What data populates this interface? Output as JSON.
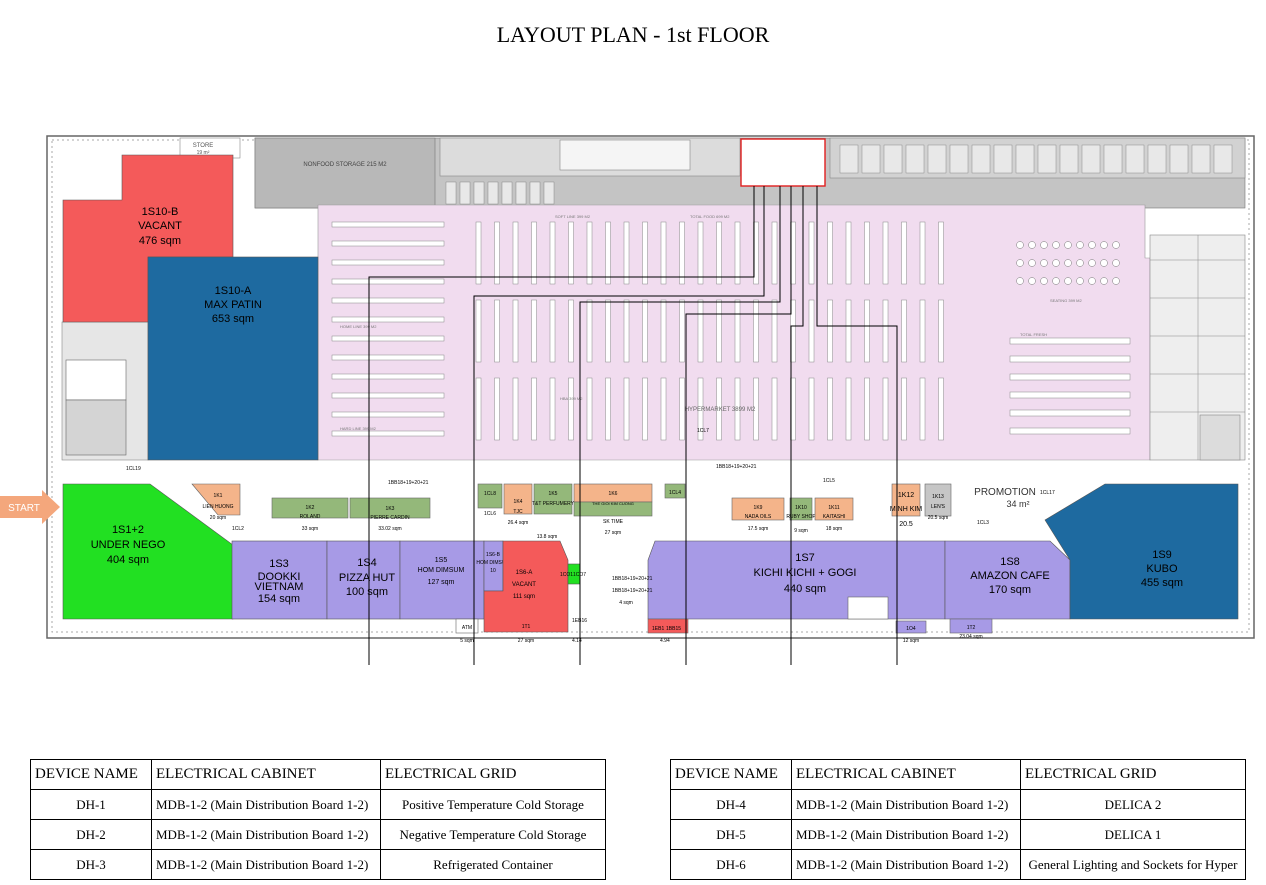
{
  "title": "LAYOUT PLAN - 1st FLOOR",
  "start_label": "START",
  "units": {
    "s10b": {
      "code": "1S10-B",
      "name": "VACANT",
      "area": "476 sqm"
    },
    "s10a": {
      "code": "1S10-A",
      "name": "MAX PATIN",
      "area": "653 sqm"
    },
    "s1": {
      "code": "1S1+2",
      "name": "UNDER NEGO",
      "area": "404 sqm"
    },
    "s3": {
      "code": "1S3",
      "name": "DOOKKI",
      "name2": "VIETNAM",
      "area": "154 sqm"
    },
    "s4": {
      "code": "1S4",
      "name": "PIZZA HUT",
      "area": "100 sqm"
    },
    "s5": {
      "code": "1S5",
      "name": "HOM DIMSUM",
      "area": "127 sqm"
    },
    "s6a": {
      "code": "1S6-A",
      "name": "VACANT",
      "area": "111 sqm"
    },
    "s6b": {
      "code": "1S6-B",
      "name": "HOM DIMSUM",
      "area": "10"
    },
    "s7": {
      "code": "1S7",
      "name": "KICHI KICHI + GOGI",
      "area": "440 sqm"
    },
    "s8": {
      "code": "1S8",
      "name": "AMAZON CAFE",
      "area": "170 sqm"
    },
    "s9": {
      "code": "1S9",
      "name": "KUBO",
      "area": "455 sqm"
    }
  },
  "kiosks": {
    "k1": {
      "code": "1K1",
      "name": "LIEN HUONG",
      "area": "20 sqm"
    },
    "k2": {
      "code": "1K2",
      "name": "ROLAND",
      "area": "33 sqm"
    },
    "k3": {
      "code": "1K3",
      "name": "PIERRE CARDIN",
      "area": "33.02 sqm"
    },
    "k4": {
      "code": "1K4",
      "name": "TJC",
      "area": "26.4 sqm"
    },
    "k5": {
      "code": "1K5",
      "name": "T&T PERFUMERY",
      "area": "13.8 sqm"
    },
    "k6": {
      "code": "1K6",
      "name": "THE GIOI KIM CUONG",
      "name2": "SK TIME",
      "area": "27 sqm"
    },
    "k9": {
      "code": "1K9",
      "name": "NADA OILS",
      "area": "17.5 sqm"
    },
    "k10": {
      "code": "1K10",
      "name": "RUBY SHOP",
      "area": "9 sqm"
    },
    "k11": {
      "code": "1K11",
      "name": "KAITASHI",
      "area": "18 sqm"
    },
    "k12": {
      "code": "1K12",
      "name": "MINH KIM",
      "area": "20.5"
    },
    "k13": {
      "code": "1K13",
      "name": "LEN'S",
      "area": "20.5 sqm"
    }
  },
  "areas": {
    "nonfood": "NONFOOD STORAGE 215 M2",
    "store": "STORE",
    "store_area": "19 m²",
    "hypermarket": "HYPERMARKET 3899 M2",
    "promotion": "PROMOTION",
    "promotion_area": "34 m²",
    "seating": "SEATING 399 M2",
    "total_fresh": "TOTAL FRESH",
    "soft_line": "SOFT LINE 399 M2",
    "total_food": "TOTAL FOOD 699 M2",
    "home_line": "HOME LINE 399 M2",
    "hba": "HBA 399 M2",
    "hard_line": "HARD LINE 399 M2",
    "atm": "ATM",
    "atm_area": "5 sqm",
    "t1": "1T1",
    "t1_area": "27 sqm",
    "t2": "1T2",
    "t2_area": "23.04 sqm",
    "o4": "1O4",
    "o4_area": "12 sqm",
    "cl19": "1CL19",
    "cl2": "1CL2",
    "cl8": "1CL8",
    "cl6": "1CL6",
    "cl4": "1CL4",
    "cl5": "1CL5",
    "cl7": "1CL7",
    "cl3": "1CL3",
    "cl17": "1CL17",
    "co1": "1CO1",
    "co7": "1CO7",
    "bb_1": "1BB18+19+20+21",
    "bb_2": "1BB18+19+20+21",
    "bb_3": "1BB18+19+20+21",
    "bb_4": "1BB18+19+20+21",
    "bb_5": "1EB1",
    "bb_6": "1BB15",
    "bb_7": "1EB16",
    "bb_area_1": "4 sqm",
    "bb_area_2": "4.94",
    "bb_area_3": "4.14"
  },
  "tables": {
    "headers": [
      "DEVICE NAME",
      "ELECTRICAL CABINET",
      "ELECTRICAL GRID"
    ],
    "left": [
      {
        "device": "DH-1",
        "cabinet": "MDB-1-2 (Main Distribution Board 1-2)",
        "grid": "Positive Temperature Cold Storage"
      },
      {
        "device": "DH-2",
        "cabinet": "MDB-1-2 (Main Distribution Board 1-2)",
        "grid": "Negative Temperature Cold Storage"
      },
      {
        "device": "DH-3",
        "cabinet": "MDB-1-2 (Main Distribution Board 1-2)",
        "grid": "Refrigerated Container"
      }
    ],
    "right": [
      {
        "device": "DH-4",
        "cabinet": "MDB-1-2 (Main Distribution Board 1-2)",
        "grid": "DELICA 2"
      },
      {
        "device": "DH-5",
        "cabinet": "MDB-1-2 (Main Distribution Board 1-2)",
        "grid": "DELICA 1"
      },
      {
        "device": "DH-6",
        "cabinet": "MDB-1-2 (Main Distribution Board 1-2)",
        "grid": "General Lighting and Sockets for Hyper"
      }
    ]
  },
  "colors": {
    "vacant_red": "#f45a5a",
    "tenant_blue": "#1e6aa0",
    "nego_green": "#22e022",
    "fnb_purple": "#a79ae6",
    "kiosk_orange": "#f4b48a",
    "kiosk_olive": "#94b87a",
    "hyper_pink": "#f1dcef",
    "storage_grey": "#bfbfbf",
    "cable": "#000000",
    "cabinet_outline": "#e02020"
  }
}
